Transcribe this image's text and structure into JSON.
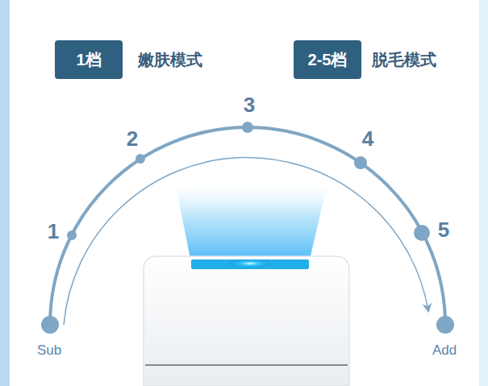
{
  "diagram": {
    "nodes": [
      {
        "text": [
          "1档"
        ]
      },
      {
        "text": [
          "2-5档"
        ]
      }
    ],
    "labels": [
      "嫩肤模式",
      "脱毛模式",
      "1",
      "2",
      "3",
      "4",
      "5",
      "Sub",
      "Add"
    ]
  }
}
